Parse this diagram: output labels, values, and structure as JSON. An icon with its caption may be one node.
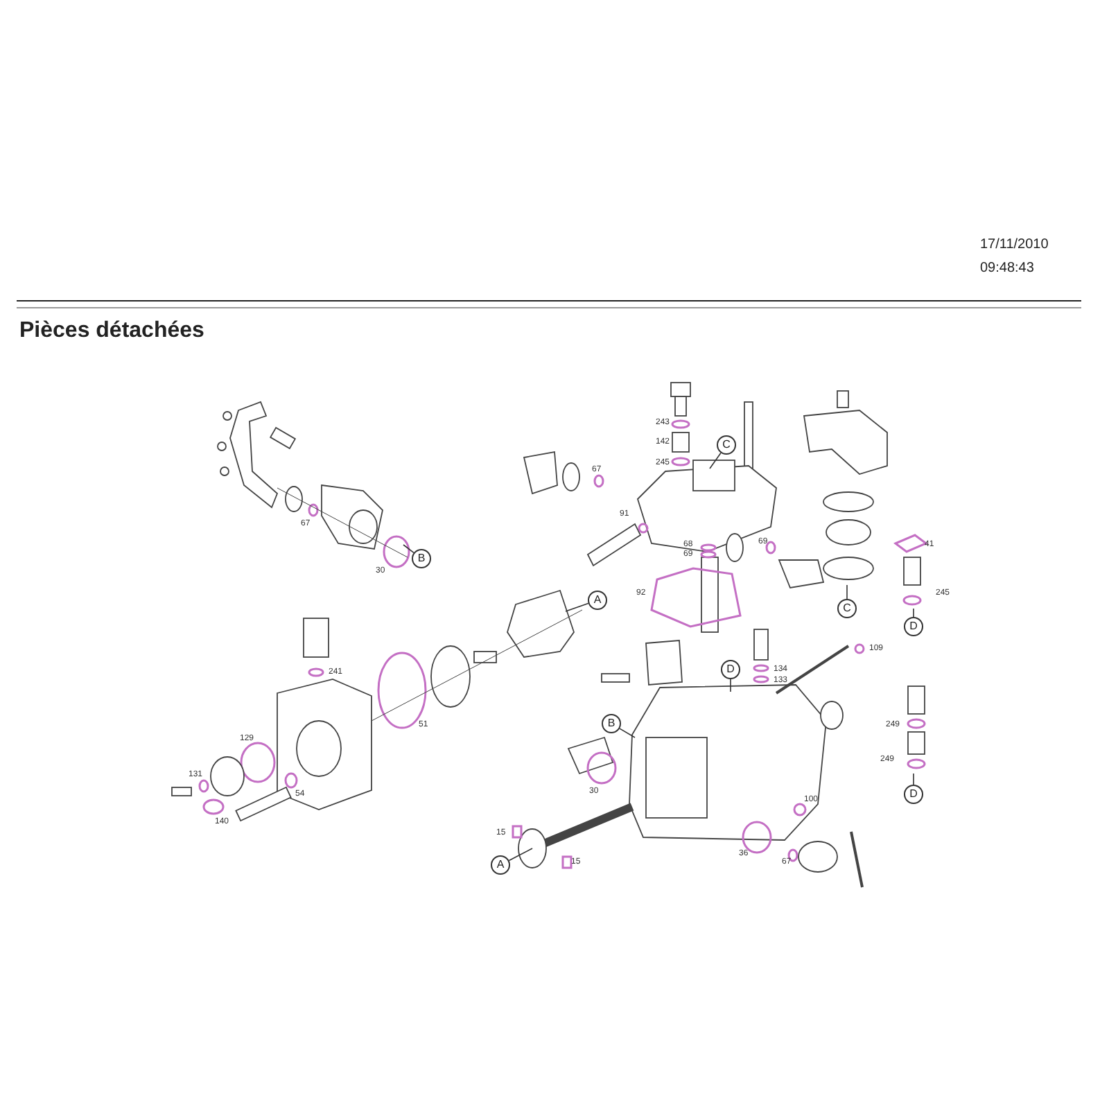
{
  "diagram": {
    "title": "Pièces détachées",
    "nodes": [
      {
        "text": [
          "B"
        ]
      },
      {
        "text": [
          "C"
        ]
      },
      {
        "text": [
          "A"
        ]
      },
      {
        "text": [
          "C"
        ]
      },
      {
        "text": [
          "D"
        ]
      },
      {
        "text": [
          "D"
        ]
      },
      {
        "text": [
          "B"
        ]
      },
      {
        "text": [
          "A"
        ]
      },
      {
        "text": [
          "D"
        ]
      }
    ],
    "edges": [
      {
        "from": 0,
        "to": null,
        "arrow": "none"
      },
      {
        "from": 1,
        "to": null,
        "arrow": "none"
      },
      {
        "from": 2,
        "to": null,
        "arrow": "none"
      },
      {
        "from": 3,
        "to": null,
        "arrow": "none"
      },
      {
        "from": 4,
        "to": null,
        "arrow": "none"
      },
      {
        "from": 5,
        "to": null,
        "arrow": "none"
      },
      {
        "from": 6,
        "to": null,
        "arrow": "none"
      },
      {
        "from": 7,
        "to": null,
        "arrow": "none"
      },
      {
        "from": 8,
        "to": null,
        "arrow": "none"
      }
    ],
    "labels": [
      "17/11/2010",
      "09:48:43",
      "243",
      "142",
      "245",
      "67",
      "67",
      "91",
      "41",
      "68",
      "69",
      "69",
      "30",
      "92",
      "245",
      "109",
      "134",
      "241",
      "133",
      "249",
      "51",
      "129",
      "249",
      "131",
      "30",
      "54",
      "100",
      "140",
      "15",
      "36",
      "67",
      "15"
    ]
  }
}
